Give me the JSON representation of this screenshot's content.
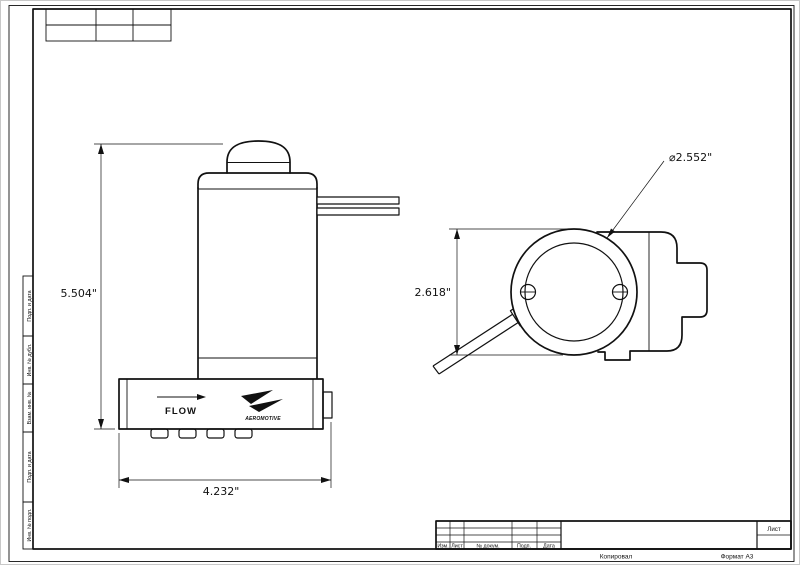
{
  "sheet": {
    "footer": {
      "copy": "Копировал",
      "format": "Формат A3"
    },
    "title_block": {
      "labels": {
        "izm": "Изм.",
        "list": "Лист",
        "docnum": "№ докум.",
        "podp": "Подп.",
        "data": "Дата"
      },
      "sheet_cell": "Лист"
    },
    "margin_stamps": [
      {
        "label": "Подп. и дата"
      },
      {
        "label": "Инв. № дубл."
      },
      {
        "label": "Взам. инв. №"
      },
      {
        "label": "Подп. и дата"
      },
      {
        "label": "Инв. № подл."
      }
    ]
  },
  "views": {
    "front": {
      "flow_label": "FLOW",
      "logo": "AEROMOTIVE",
      "dims": {
        "height": "5.504\"",
        "width": "4.232\""
      }
    },
    "side": {
      "dims": {
        "height": "2.618\"",
        "diameter": "⌀2.552\""
      }
    }
  }
}
